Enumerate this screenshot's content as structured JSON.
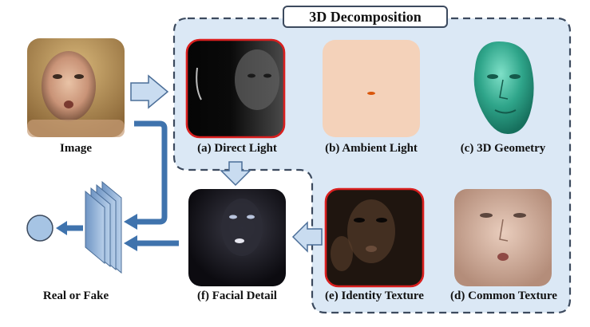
{
  "diagram": {
    "title": "3D Decomposition",
    "labels": {
      "image": "Image",
      "real_or_fake": "Real or Fake",
      "direct_light": "(a) Direct Light",
      "ambient_light": "(b) Ambient Light",
      "geometry": "(c) 3D Geometry",
      "common_texture": "(d) Common Texture",
      "identity_texture": "(e) Identity Texture",
      "facial_detail": "(f) Facial Detail"
    },
    "colors": {
      "region_fill": "#dbe8f5",
      "region_border": "#3c4a5e",
      "highlight_border": "#d91f1f",
      "arrow_light": "#c9dcf0",
      "arrow_dark": "#3f73ad",
      "classifier_node": "#a6c4e4"
    }
  }
}
